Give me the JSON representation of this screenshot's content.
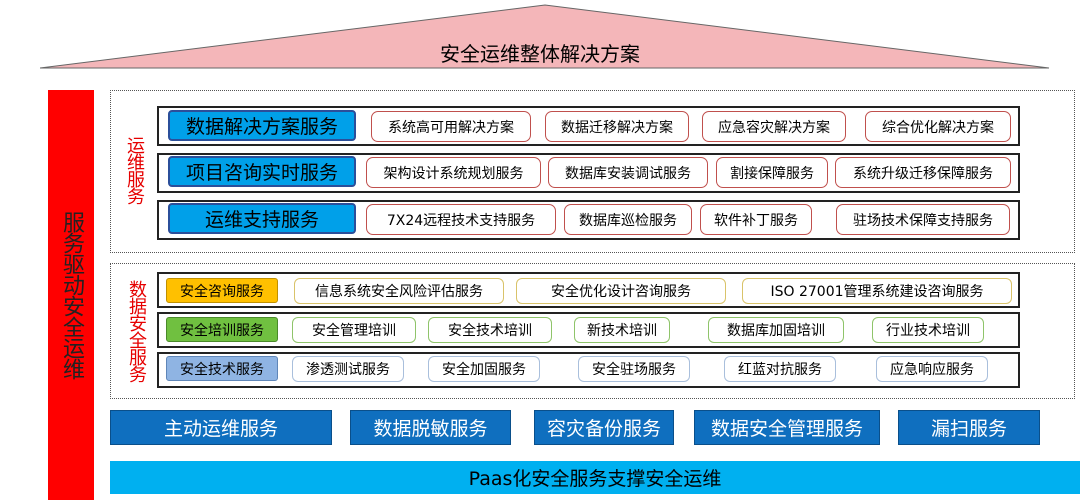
{
  "title": "安全运维整体解决方案",
  "left_bar": "服务驱动安全运维",
  "ops_label": "运维服务",
  "sec_label": "数据安全服务",
  "ops_rows": [
    {
      "main": "数据解决方案服务",
      "items": [
        "系统高可用解决方案",
        "数据迁移解决方案",
        "应急容灾解决方案",
        "综合优化解决方案"
      ]
    },
    {
      "main": "项目咨询实时服务",
      "items": [
        "架构设计系统规划服务",
        "数据库安装调试服务",
        "割接保障服务",
        "系统升级迁移保障服务"
      ]
    },
    {
      "main": "运维支持服务",
      "items": [
        "7X24远程技术支持服务",
        "数据库巡检服务",
        "软件补丁服务",
        "驻场技术保障支持服务"
      ]
    }
  ],
  "sec_rows": [
    {
      "main": "安全咨询服务",
      "items": [
        "信息系统安全风险评估服务",
        "安全优化设计咨询服务",
        "ISO 27001管理系统建设咨询服务"
      ]
    },
    {
      "main": "安全培训服务",
      "items": [
        "安全管理培训",
        "安全技术培训",
        "新技术培训",
        "数据库加固培训",
        "行业技术培训"
      ]
    },
    {
      "main": "安全技术服务",
      "items": [
        "渗透测试服务",
        "安全加固服务",
        "安全驻场服务",
        "红蓝对抗服务",
        "应急响应服务"
      ]
    }
  ],
  "bottom_services": [
    "主动运维服务",
    "数据脱敏服务",
    "容灾备份服务",
    "数据安全管理服务",
    "漏扫服务"
  ],
  "paas": "Paas化安全服务支撑安全运维",
  "colors": {
    "roof_fill": "#f4b6b9",
    "left_bar": "#ff0000",
    "label_red": "#e60000",
    "main_service": "#00a0e9",
    "consult": "#ffc000",
    "training": "#70c040",
    "tech": "#8fb4e3",
    "bottom": "#0f6fbf",
    "paas": "#00b0f0"
  }
}
